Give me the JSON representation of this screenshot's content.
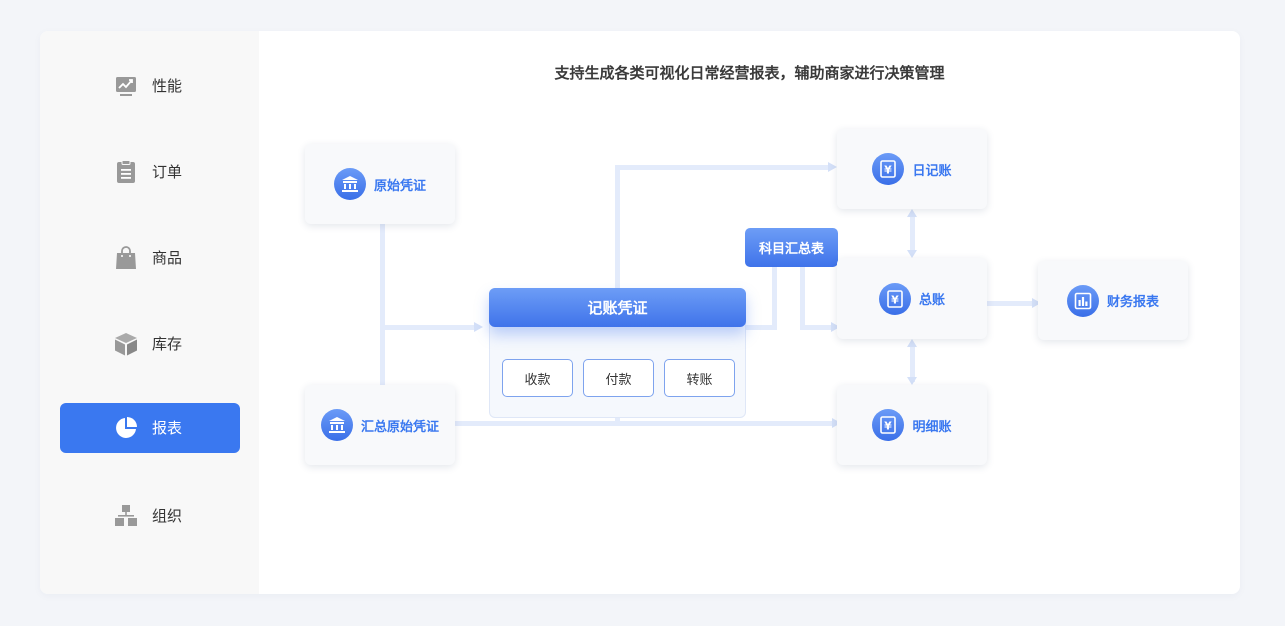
{
  "sidebar": {
    "items": [
      {
        "label": "性能",
        "icon": "chart-trend-icon"
      },
      {
        "label": "订单",
        "icon": "clipboard-icon"
      },
      {
        "label": "商品",
        "icon": "shopping-bag-icon"
      },
      {
        "label": "库存",
        "icon": "box-icon"
      },
      {
        "label": "报表",
        "icon": "pie-chart-icon",
        "active": true
      },
      {
        "label": "组织",
        "icon": "org-chart-icon"
      }
    ],
    "active_color": "#3a78f0"
  },
  "main": {
    "headline": "支持生成各类可视化日常经营报表，辅助商家进行决策管理",
    "diagram": {
      "original_voucher": "原始凭证",
      "summary_voucher": "汇总原始凭证",
      "bookkeeping_voucher": "记账凭证",
      "voucher_types": [
        "收款",
        "付款",
        "转账"
      ],
      "account_summary": "科目汇总表",
      "journal": "日记账",
      "general_ledger": "总账",
      "detail_ledger": "明细账",
      "financial_report": "财务报表"
    },
    "accent_color": "#3a78f0"
  }
}
